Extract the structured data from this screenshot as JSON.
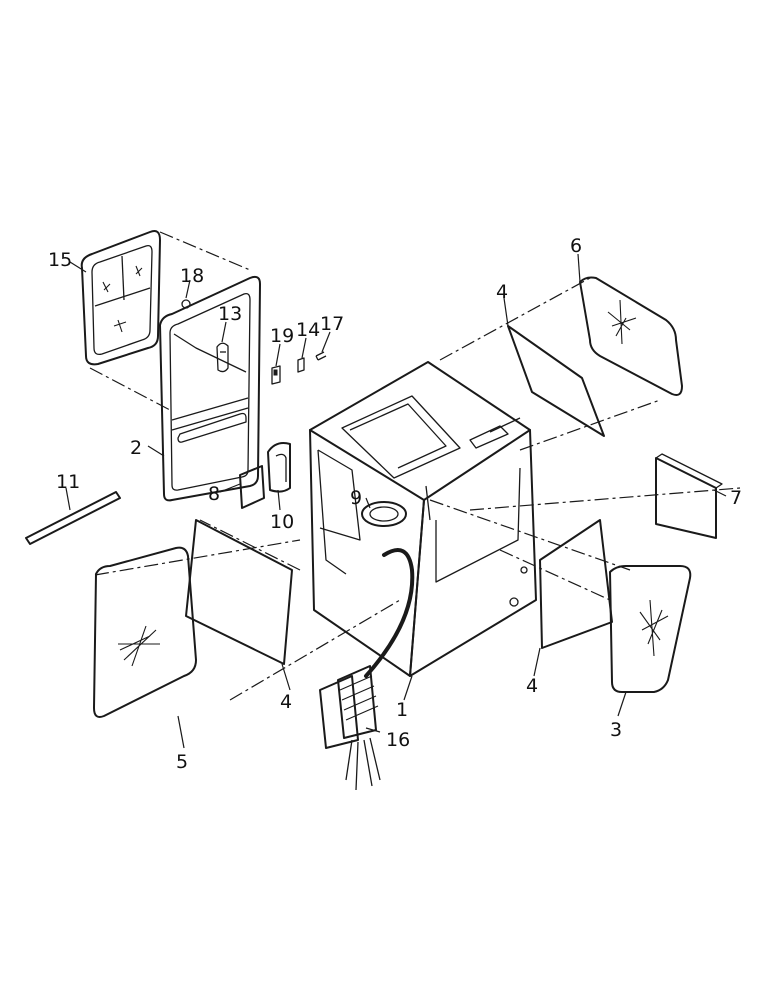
{
  "callouts": {
    "p1": "1",
    "p2": "2",
    "p3": "3",
    "p4a": "4",
    "p4b": "4",
    "p4c": "4",
    "p5": "5",
    "p6": "6",
    "p7": "7",
    "p8": "8",
    "p9": "9",
    "p10": "10",
    "p11": "11",
    "p13": "13",
    "p14": "14",
    "p15": "15",
    "p16": "16",
    "p17": "17",
    "p18": "18",
    "p19": "19"
  },
  "colors": {
    "line": "#1a1a1a",
    "background": "#ffffff"
  }
}
